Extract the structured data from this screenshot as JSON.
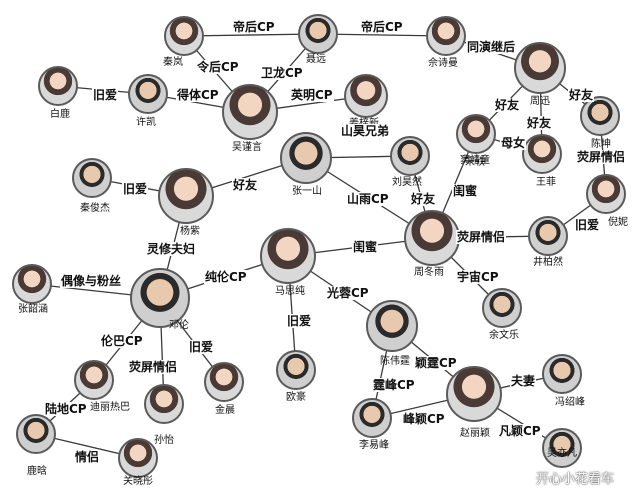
{
  "people": {
    "qinlan": "秦岚",
    "nieyuan": "聂远",
    "sheshiman": "佘诗曼",
    "bailu": "白鹿",
    "xukai": "许凯",
    "wujinyan": "吴谨言",
    "jiangzixin": "姜梓新",
    "zhouxun": "周迅",
    "chenkun": "陈坤",
    "songyi": "宋轶",
    "liuhaoran": "刘昊然",
    "dousjingtong": "窦靖童",
    "wangfei": "王菲",
    "qinjunjie": "秦俊杰",
    "yangzi": "杨紫",
    "zhangyishan": "张一山",
    "nini": "倪妮",
    "jingboran": "井柏然",
    "zhangyunhan": "张韶涵",
    "mayili": "马思纯",
    "zhoudongyu": "周冬雨",
    "denglun": "邓伦",
    "yuwenle": "余文乐",
    "ouhao": "欧豪",
    "chenweiting": "陈伟霆",
    "dilireba": "迪丽热巴",
    "fengshaofeng": "冯绍峰",
    "sunyi": "孙怡",
    "jinchen": "金晨",
    "liyifeng": "李易峰",
    "zhaoliying": "赵丽颖",
    "luhan": "鹿晗",
    "guanxiaotong": "关晓彤",
    "wu_fan": "吴亦凡"
  },
  "relations": {
    "dihou_cp_1": "帝后CP",
    "dihou_cp_2": "帝后CP",
    "tongyan_jihou": "同演继后",
    "linghou_cp": "令后CP",
    "weilong_cp": "卫龙CP",
    "jiuai_1": "旧爱",
    "deti_cp": "得体CP",
    "yingming_cp": "英明CP",
    "haoyou_1": "好友",
    "haoyou_2": "好友",
    "haoyou_3": "好友",
    "shanhao_xiongdi": "山昊兄弟",
    "munv": "母女",
    "yingping_qinglv_1": "荧屏情侣",
    "jiuai_2": "旧爱",
    "haoyou_4": "好友",
    "guimi_1": "闺蜜",
    "shanyu_cp": "山雨CP",
    "haoyou_5": "好友",
    "yingping_qinglv_2": "荧屏情侣",
    "jiuai_3": "旧爱",
    "lingxiu_fufu": "灵修夫妇",
    "guimi_2": "闺蜜",
    "ouxiang_fensi": "偶像与粉丝",
    "chunlun_cp": "纯伦CP",
    "yuzhou_cp": "宇宙CP",
    "guangrong_cp": "光蓉CP",
    "lunba_cp": "伦巴CP",
    "jiuai_4": "旧爱",
    "yingping_qinglv_3": "荧屏情侣",
    "jiuai_5": "旧爱",
    "yingting_cp": "颖霆CP",
    "fufu": "夫妻",
    "tingfeng_cp": "霆峰CP",
    "ludi_cp": "陆地CP",
    "fengying_cp": "峰颖CP",
    "fanying_cp": "凡颖CP",
    "qinglv": "情侣"
  },
  "watermark": "开心小花看车"
}
